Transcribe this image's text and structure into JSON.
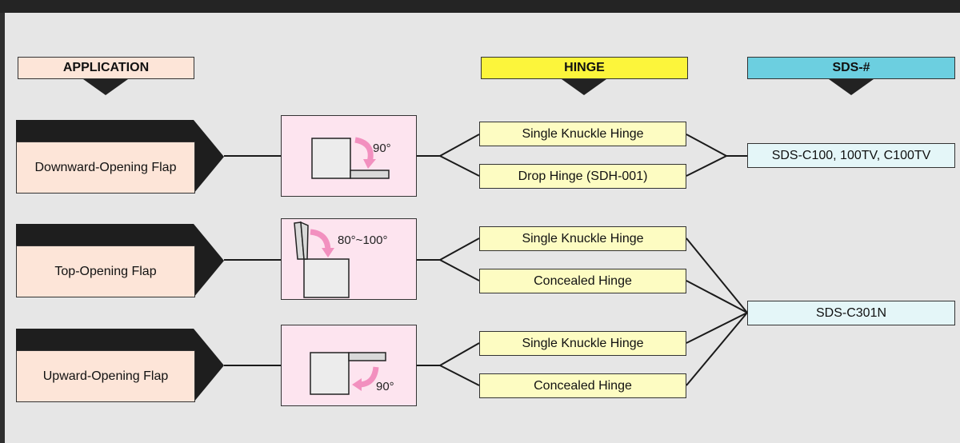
{
  "headers": {
    "application": "APPLICATION",
    "hinge": "HINGE",
    "sds": "SDS-#"
  },
  "colors": {
    "application_header": "#fde5d8",
    "hinge_header": "#fcf53b",
    "sds_header": "#6ccfe0",
    "illustration_bg": "#fde4ef",
    "arrow": "#f290bf"
  },
  "rows": [
    {
      "application": "Downward-Opening Flap",
      "angle": "90°",
      "hinges": [
        "Single Knuckle Hinge",
        "Drop Hinge (SDH-001)"
      ]
    },
    {
      "application": "Top-Opening Flap",
      "angle": "80°~100°",
      "hinges": [
        "Single Knuckle Hinge",
        "Concealed  Hinge"
      ]
    },
    {
      "application": "Upward-Opening Flap",
      "angle": "90°",
      "hinges": [
        "Single Knuckle Hinge",
        "Concealed  Hinge"
      ]
    }
  ],
  "sds": [
    "SDS-C100, 100TV, C100TV",
    "SDS-C301N"
  ]
}
